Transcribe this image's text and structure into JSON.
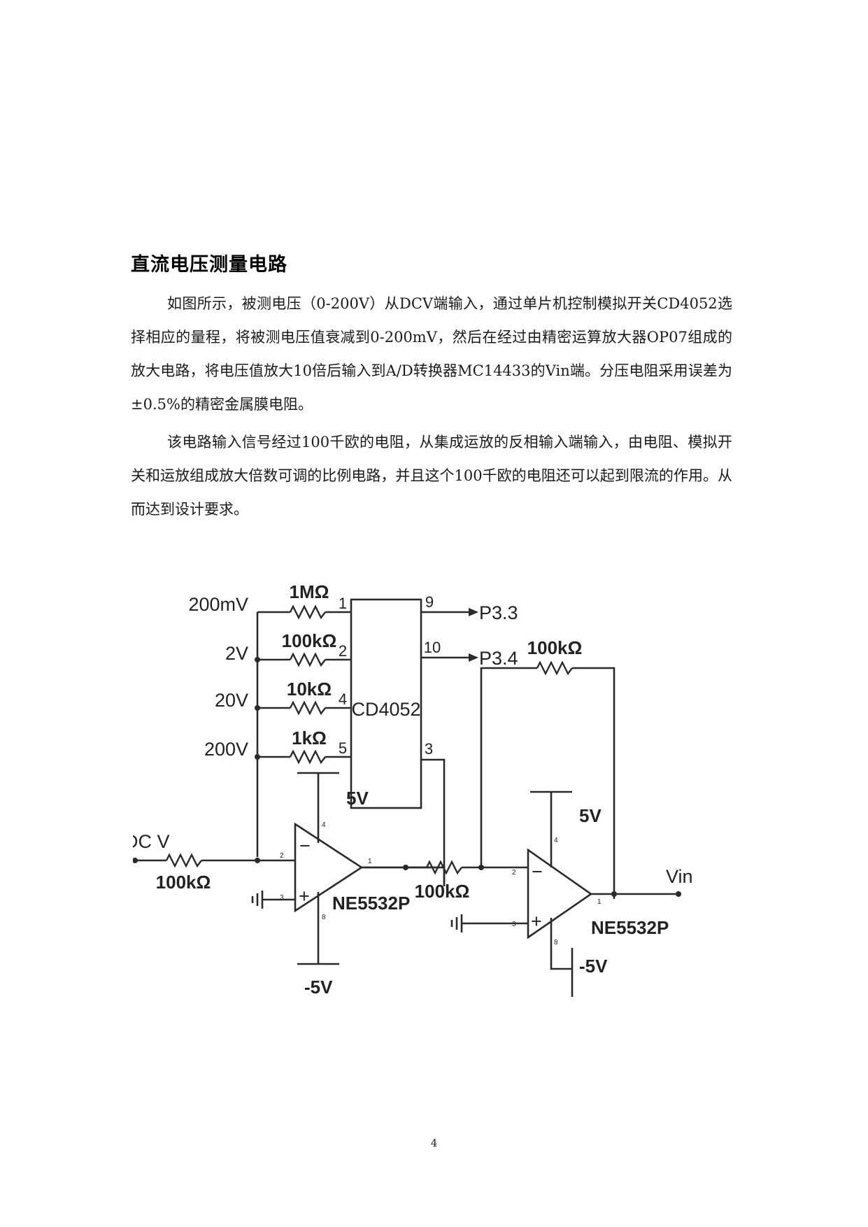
{
  "heading": "直流电压测量电路",
  "paragraphs": [
    "如图所示，被测电压（0-200V）从DCV端输入，通过单片机控制模拟开关CD4052选择相应的量程，将被测电压值衰减到0-200mV，然后在经过由精密运算放大器OP07组成的放大电路，将电压值放大10倍后输入到A/D转换器MC14433的Vin端。分压电阻采用误差为±0.5%的精密金属膜电阻。",
    "该电路输入信号经过100千欧的电阻，从集成运放的反相输入端输入，由电阻、模拟开关和运放组成放大倍数可调的比例电路，并且这个100千欧的电阻还可以起到限流的作用。从而达到设计要求。"
  ],
  "circuit": {
    "range_labels": [
      "200mV",
      "2V",
      "20V",
      "200V"
    ],
    "range_resistors": [
      "1MΩ",
      "100kΩ",
      "10kΩ",
      "1kΩ"
    ],
    "mux_input_pins": [
      "1",
      "2",
      "4",
      "5"
    ],
    "mux_name": "CD4052",
    "mux_control_pins": [
      "9",
      "10"
    ],
    "mux_output_pin": "3",
    "control_ports": [
      "P3.3",
      "P3.4"
    ],
    "input_label": "DC V",
    "input_resistor": "100kΩ",
    "opamp1": {
      "name": "NE5532P",
      "supply_pos": "5V",
      "supply_neg": "-5V",
      "pin_pos_supply": "4",
      "pin_neg_supply": "8",
      "pin_inv": "2",
      "pin_noninv": "3",
      "pin_out": "1"
    },
    "coupling_resistor": "100kΩ",
    "feedback_resistor": "100kΩ",
    "opamp2": {
      "name": "NE5532P",
      "supply_pos": "5V",
      "supply_neg": "-5V",
      "pin_pos_supply": "4",
      "pin_neg_supply": "8",
      "pin_inv": "2",
      "pin_noninv": "3",
      "pin_out": "1"
    },
    "output_label": "Vin",
    "inv_sign": "−",
    "noninv_sign": "+"
  },
  "page_number": "4"
}
